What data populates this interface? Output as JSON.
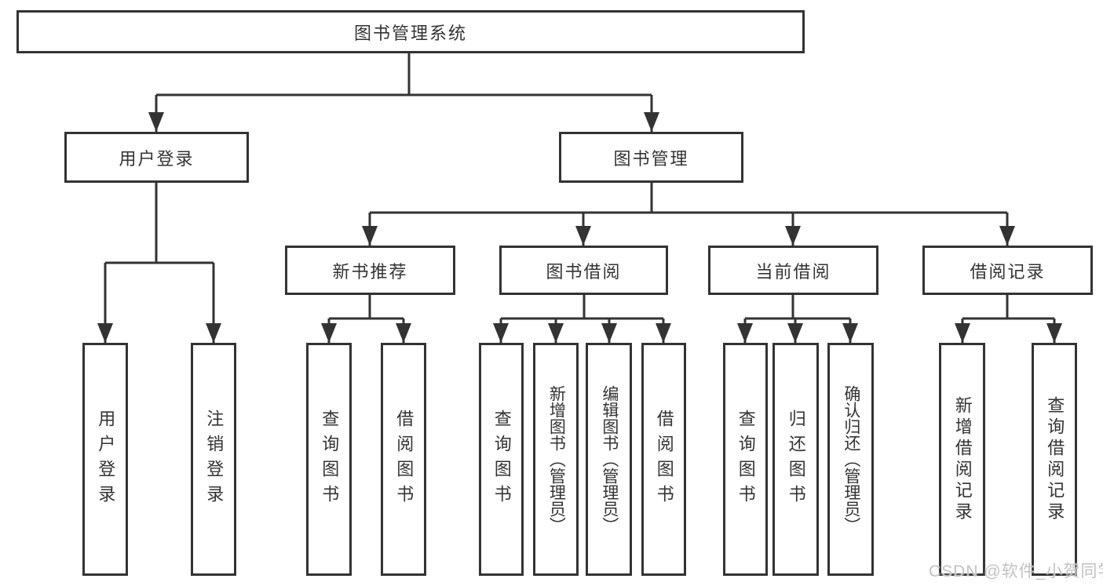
{
  "tree": {
    "label": "图书管理系统",
    "children": [
      {
        "label": "用户登录",
        "children": [
          {
            "label": "用户登录"
          },
          {
            "label": "注销登录"
          }
        ]
      },
      {
        "label": "图书管理",
        "children": [
          {
            "label": "新书推荐",
            "children": [
              {
                "label": "查询图书"
              },
              {
                "label": "借阅图书"
              }
            ]
          },
          {
            "label": "图书借阅",
            "children": [
              {
                "label": "查询图书"
              },
              {
                "label": "新增图书（管理员）"
              },
              {
                "label": "编辑图书（管理员）"
              },
              {
                "label": "借阅图书"
              }
            ]
          },
          {
            "label": "当前借阅",
            "children": [
              {
                "label": "查询图书"
              },
              {
                "label": "归还图书"
              },
              {
                "label": "确认归还（管理员）"
              }
            ]
          },
          {
            "label": "借阅记录",
            "children": [
              {
                "label": "新增借阅记录"
              },
              {
                "label": "查询借阅记录"
              }
            ]
          }
        ]
      }
    ]
  },
  "watermark": {
    "text": "CSDN @软件_小贺同学"
  },
  "colors": {
    "line": "#333333",
    "box_border": "#333333",
    "text": "#333333",
    "background": "#ffffff",
    "watermark": "#c2c2c2"
  }
}
